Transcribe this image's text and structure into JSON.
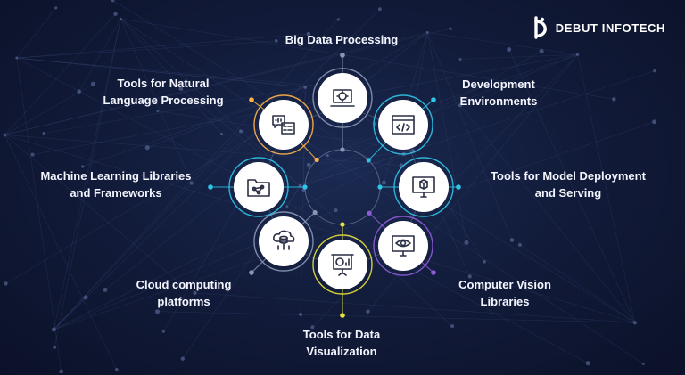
{
  "brand": {
    "name": "DEBUT INFOTECH",
    "logo_icon": "debut-logo-icon"
  },
  "colors": {
    "background": "#121c3b",
    "ring_line": "#8b95b5",
    "accent_cyan": "#2ec4e6",
    "accent_green": "#9bd34a",
    "accent_purple": "#8e5bd6",
    "accent_orange": "#ffb347",
    "accent_yellow": "#e8e23a",
    "node_fill": "#ffffff"
  },
  "nodes": [
    {
      "id": "big-data",
      "label_lines": [
        "Big Data Processing"
      ],
      "icon": "laptop-gear-icon",
      "accent": "#8b95b5"
    },
    {
      "id": "dev-env",
      "label_lines": [
        "Development",
        "Environments"
      ],
      "icon": "code-window-icon",
      "accent": "#2ec4e6"
    },
    {
      "id": "model-deploy",
      "label_lines": [
        "Tools for Model Deployment",
        "and Serving"
      ],
      "icon": "monitor-cube-icon",
      "accent": "#2ec4e6"
    },
    {
      "id": "computer-vision",
      "label_lines": [
        "Computer Vision",
        "Libraries"
      ],
      "icon": "monitor-eye-icon",
      "accent": "#8e5bd6"
    },
    {
      "id": "data-viz",
      "label_lines": [
        "Tools for Data",
        "Visualization"
      ],
      "icon": "presentation-chart-icon",
      "accent": "#e8e23a"
    },
    {
      "id": "cloud",
      "label_lines": [
        "Cloud computing",
        "platforms"
      ],
      "icon": "cloud-database-icon",
      "accent": "#8b95b5"
    },
    {
      "id": "ml-libs",
      "label_lines": [
        "Machine Learning Libraries",
        "and Frameworks"
      ],
      "icon": "folder-network-icon",
      "accent": "#2ec4e6"
    },
    {
      "id": "nlp",
      "label_lines": [
        "Tools for Natural",
        "Language Processing"
      ],
      "icon": "speech-binary-icon",
      "accent": "#ffb347"
    }
  ]
}
